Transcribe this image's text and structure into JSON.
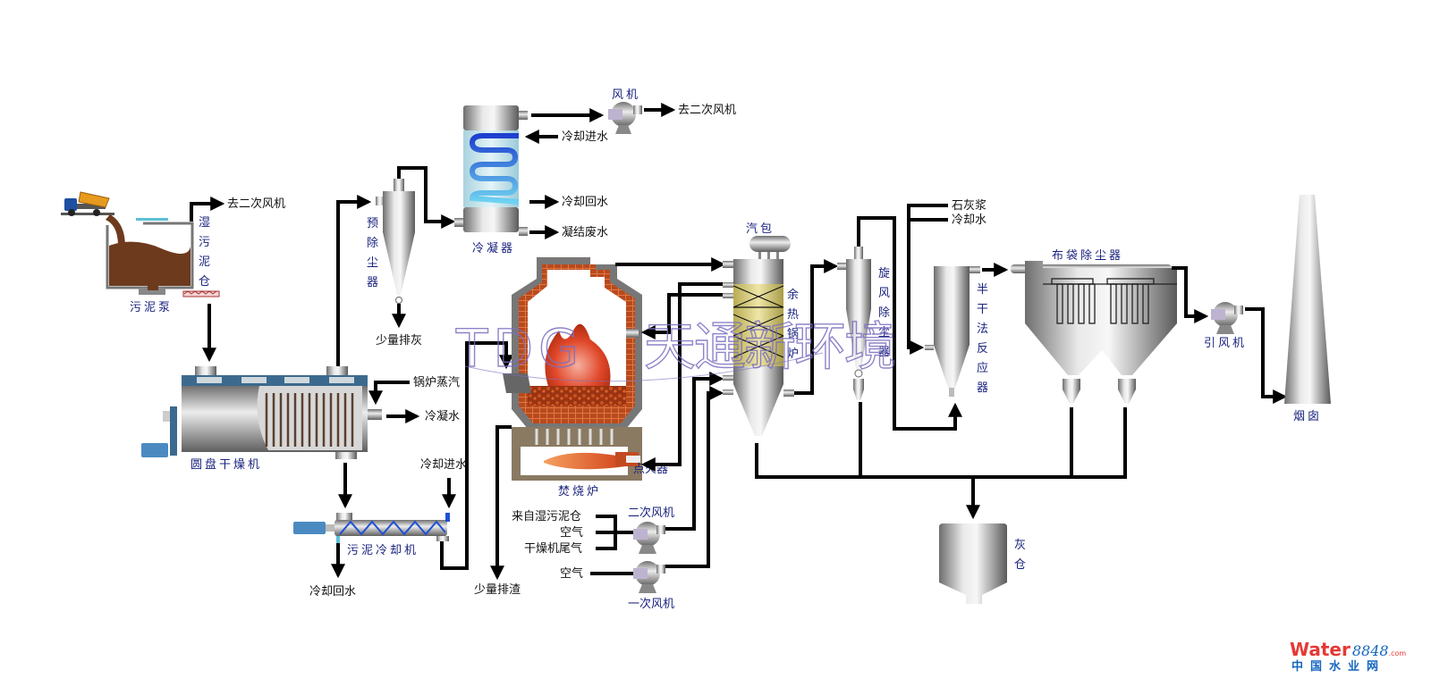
{
  "title": "污泥干化焚烧工艺流程图",
  "equipment": {
    "wet_sludge_bin": "湿污泥仓",
    "sludge_pump": "污泥泵",
    "disc_dryer": "圆盘干燥机",
    "sludge_cooler": "污泥冷却机",
    "pre_dust_collector": "预除尘器",
    "condenser": "冷凝器",
    "fan_top": "风机",
    "incinerator": "焚烧炉",
    "igniter": "点火器",
    "secondary_fan": "二次风机",
    "primary_fan": "一次风机",
    "steam_drum": "汽包",
    "waste_heat_boiler": "余热锅炉",
    "cyclone": "旋风除尘器",
    "semi_dry_reactor": "半干法反应器",
    "bag_filter": "布袋除尘器",
    "induced_fan": "引风机",
    "chimney": "烟囱",
    "ash_bin": "灰仓"
  },
  "streams": {
    "to_secondary_fan_1": "去二次风机",
    "to_secondary_fan_2": "去二次风机",
    "cooling_water_in_condenser": "冷却进水",
    "cooling_water_return_condenser": "冷却回水",
    "condensate_waste": "凝结废水",
    "little_ash": "少量排灰",
    "boiler_steam": "锅炉蒸汽",
    "condensed_water": "冷凝水",
    "cooling_water_in_cooler": "冷却进水",
    "cooling_water_return_cooler": "冷却回水",
    "little_slag": "少量排渣",
    "from_wet_bin": "来自湿污泥仓",
    "air_secondary": "空气",
    "dryer_tail_gas": "干燥机尾气",
    "air_primary": "空气",
    "lime_slurry": "石灰浆",
    "cooling_water_reactor": "冷却水"
  },
  "watermark": {
    "latin": "TDG",
    "chinese": "天通新环境"
  },
  "logo": {
    "brand": "Water",
    "number": "8848",
    "suffix": ".com",
    "chinese": "中国水业网"
  },
  "colors": {
    "label_blue": "#1a237e",
    "pipe": "#000000",
    "sludge": "#6d3a1e",
    "boiler_fill": "#e6d98a",
    "coil_blue": "#1e4fd8",
    "flame": "#e0482a"
  }
}
